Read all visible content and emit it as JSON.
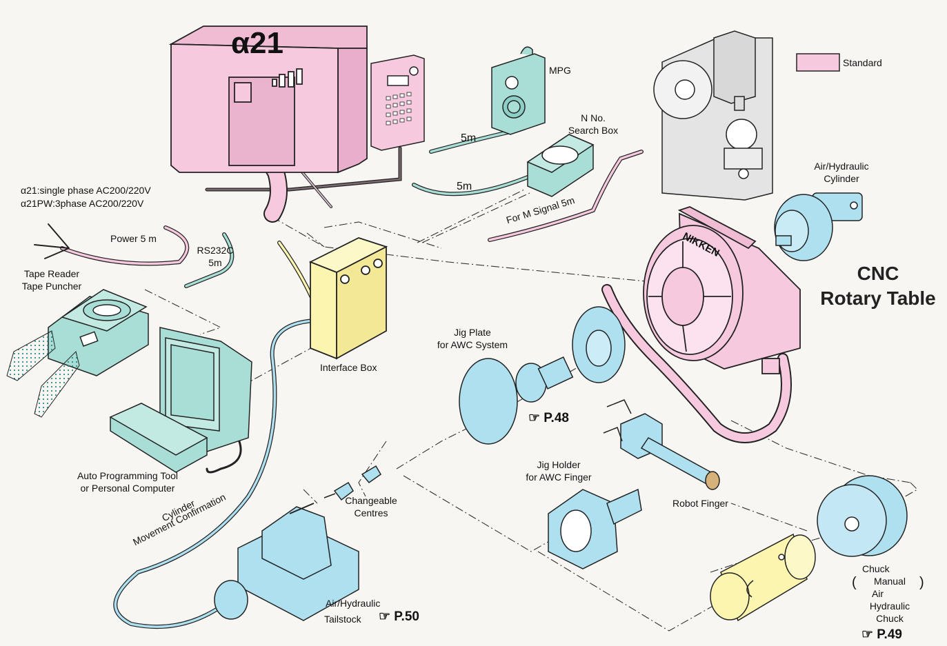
{
  "diagram": {
    "legend": {
      "label": "Standard",
      "color": "#f6c9de"
    },
    "controller_title": "α21",
    "power_spec_1": "α21:single phase AC200/220V",
    "power_spec_2": "α21PW:3phase AC200/220V",
    "labels": {
      "mpg": "MPG",
      "mpg_cable": "5m",
      "nno_line1": "N No.",
      "nno_line2": "Search Box",
      "nno_cable": "5m",
      "m_signal": "For M Signal 5m",
      "power_cable": "Power 5 m",
      "rs232c_line1": "RS232C",
      "rs232c_line2": "5m",
      "tape_line1": "Tape Reader",
      "tape_line2": "Tape Puncher",
      "interface_box": "Interface Box",
      "auto_line1": "Auto Programming Tool",
      "auto_line2": "or Personal Computer",
      "cylinder_line1": "Cylinder",
      "cylinder_line2": "Movement Confirmation",
      "changeable_line1": "Changeable",
      "changeable_line2": "Centres",
      "tailstock_line1": "Air/Hydraulic",
      "tailstock_line2": "Tailstock",
      "tailstock_ref": "☞ P.50",
      "jigplate_line1": "Jig Plate",
      "jigplate_line2": "for AWC System",
      "jigplate_ref": "☞ P.48",
      "jigholder_line1": "Jig Holder",
      "jigholder_line2": "for AWC Finger",
      "robot_finger": "Robot Finger",
      "cyl_line1": "Air/Hydraulic",
      "cyl_line2": "Cylinder",
      "cnc_line1": "CNC",
      "cnc_line2": "Rotary Table",
      "nikken": "NIKKEN",
      "chuck": "Chuck",
      "chuck_manual": "Manual",
      "chuck_air": "Air",
      "chuck_hydraulic": "Hydraulic",
      "chuck_chuck": "Chuck",
      "chuck_ref": "☞ P.49"
    },
    "colors": {
      "pink": "#f6c9de",
      "blue": "#aee0f0",
      "teal": "#a9ded6",
      "yellow": "#fbf5b0",
      "gray": "#e4e4e4",
      "outline": "#222222"
    }
  }
}
